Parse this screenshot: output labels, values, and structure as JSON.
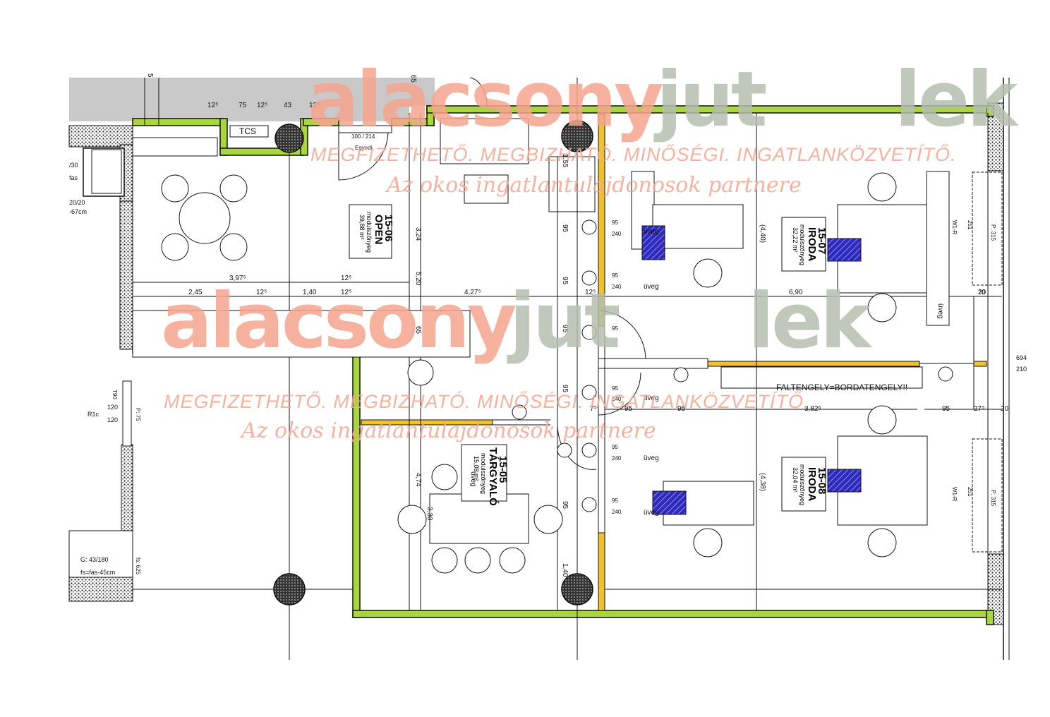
{
  "colors": {
    "wall_green": "#a8d63c",
    "glass_yellow": "#f2c12e",
    "hatch_blue": "#3a36c8",
    "wm_red": "#f6a58f",
    "wm_grey": "#b4bfae",
    "grey_area": "#c9c9c9"
  },
  "watermark": {
    "brand_a": "alacsony",
    "brand_b": "jut",
    "brand_c": "lek",
    "tagline": "MEGFIZETHETŐ. MEGBIZHATÓ. MINŐSÉGI. INGATLANKÖZVETÍTŐ.",
    "slogan": "Az okos ingatlantulajdonosok partnere"
  },
  "rooms": [
    {
      "id": "15-06",
      "name": "OPEN",
      "floor": "modulszőnyeg",
      "area": "39,88 m²"
    },
    {
      "id": "15-07",
      "name": "IRODA",
      "floor": "modulszőnyeg",
      "area": "32,22 m²"
    },
    {
      "id": "15-05",
      "name": "TÁRGYALÓ",
      "floor": "modulszőnyeg",
      "area": "15,08 m²"
    },
    {
      "id": "15-08",
      "name": "IRODA",
      "floor": "modulszőnyeg",
      "area": "32,04 m²"
    }
  ],
  "labels": {
    "tcs": "TCS",
    "door": "100 / 214",
    "door_sub": "Egyedi",
    "glass": "üveg",
    "faltengely": "FALTENGELY=BORDATENGELY!!",
    "r1c": "R1c",
    "w1r": "W1-R",
    "g_label": "G: 43/180",
    "fs_label": "fs=fas-45cm",
    "fs_625": "fs: 625",
    "p75": "P: 75",
    "p315": "P: 315",
    "t90": "T90",
    "v120a": "120",
    "v120b": "120",
    "lbl_30": "/30",
    "lbl_fas": "fas",
    "lbl_2020": "20/20",
    "lbl_67": "-67cm",
    "v694": "694",
    "v210": "210",
    "v251": "251",
    "v20": "20"
  },
  "dims": {
    "d12_5": "12⁵",
    "d75": "75",
    "d43": "43",
    "d65": "65",
    "d5": "5",
    "d3975": "3,97⁵",
    "d245": "2,45",
    "d140": "1,40",
    "d4275": "4,27⁵",
    "d690": "6,90",
    "d3826": "3,82⁶",
    "d95": "95",
    "d240": "240",
    "d27": "27⁵",
    "d155": "1,55",
    "d324": "3,24",
    "d520": "5,20",
    "d474": "4,74",
    "d330": "3,30",
    "d440": "(4,40)",
    "d438": "(4,38)",
    "d20": "20",
    "d7": "7⁵",
    "d140v": "1,40"
  }
}
